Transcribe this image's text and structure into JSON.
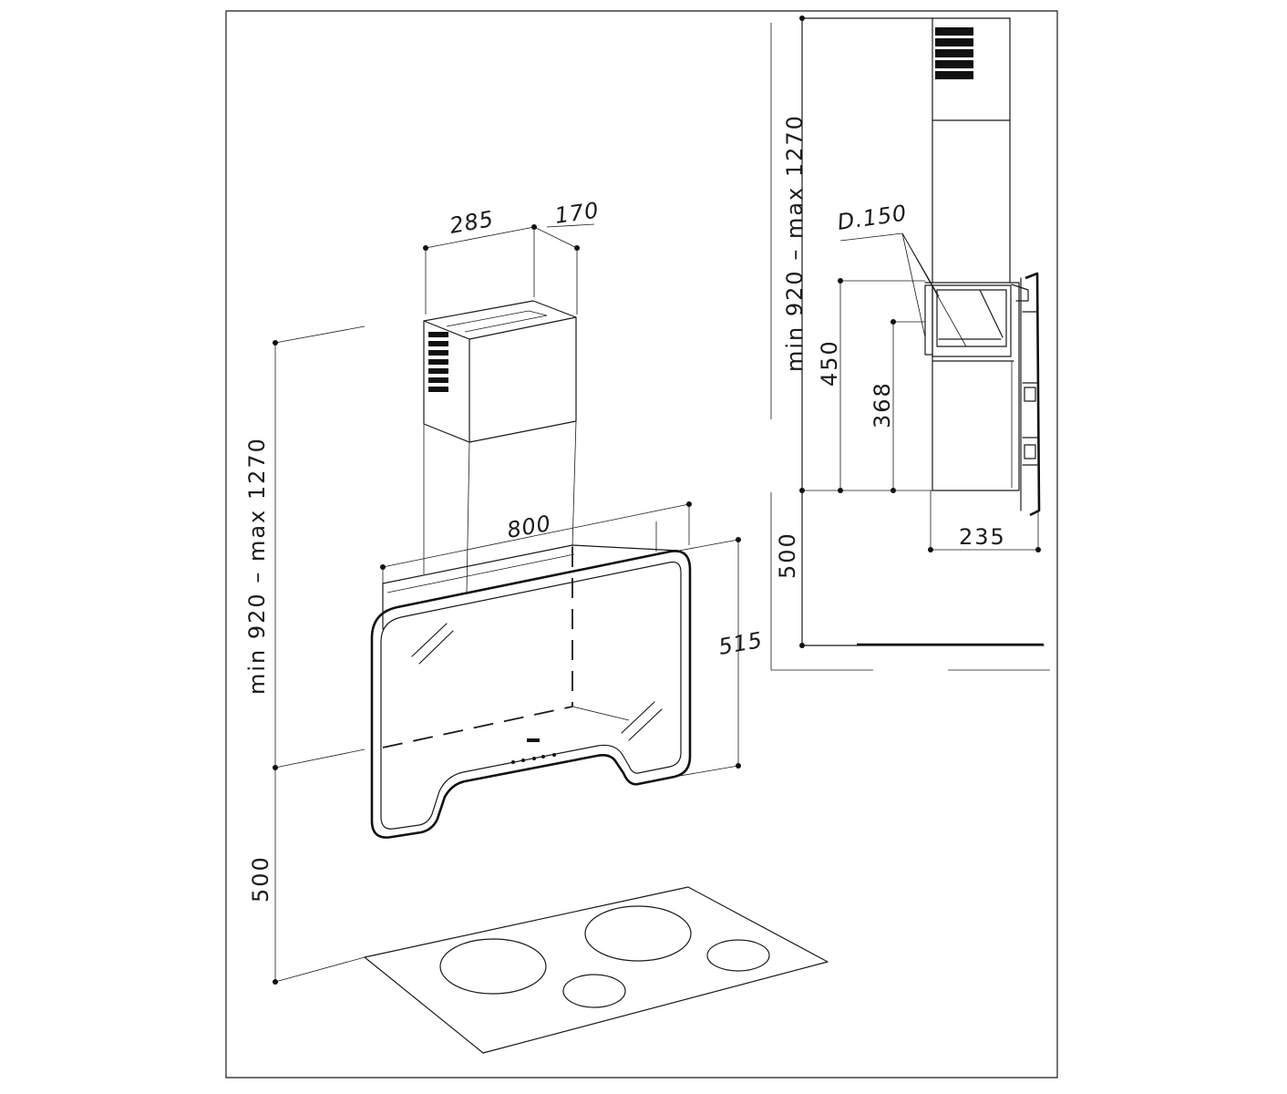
{
  "front_view": {
    "dims": {
      "width_285": "285",
      "depth_170": "170",
      "width_800": "800",
      "height_515": "515",
      "height_range": "min 920 – max 1270",
      "height_500": "500"
    }
  },
  "side_view": {
    "dims": {
      "height_range": "min 920 – max 1270",
      "duct_diameter": "D.150",
      "height_450": "450",
      "height_368": "368",
      "height_500": "500",
      "depth_235": "235"
    }
  },
  "colors": {
    "line": "#1a1a1a",
    "background": "#ffffff"
  }
}
